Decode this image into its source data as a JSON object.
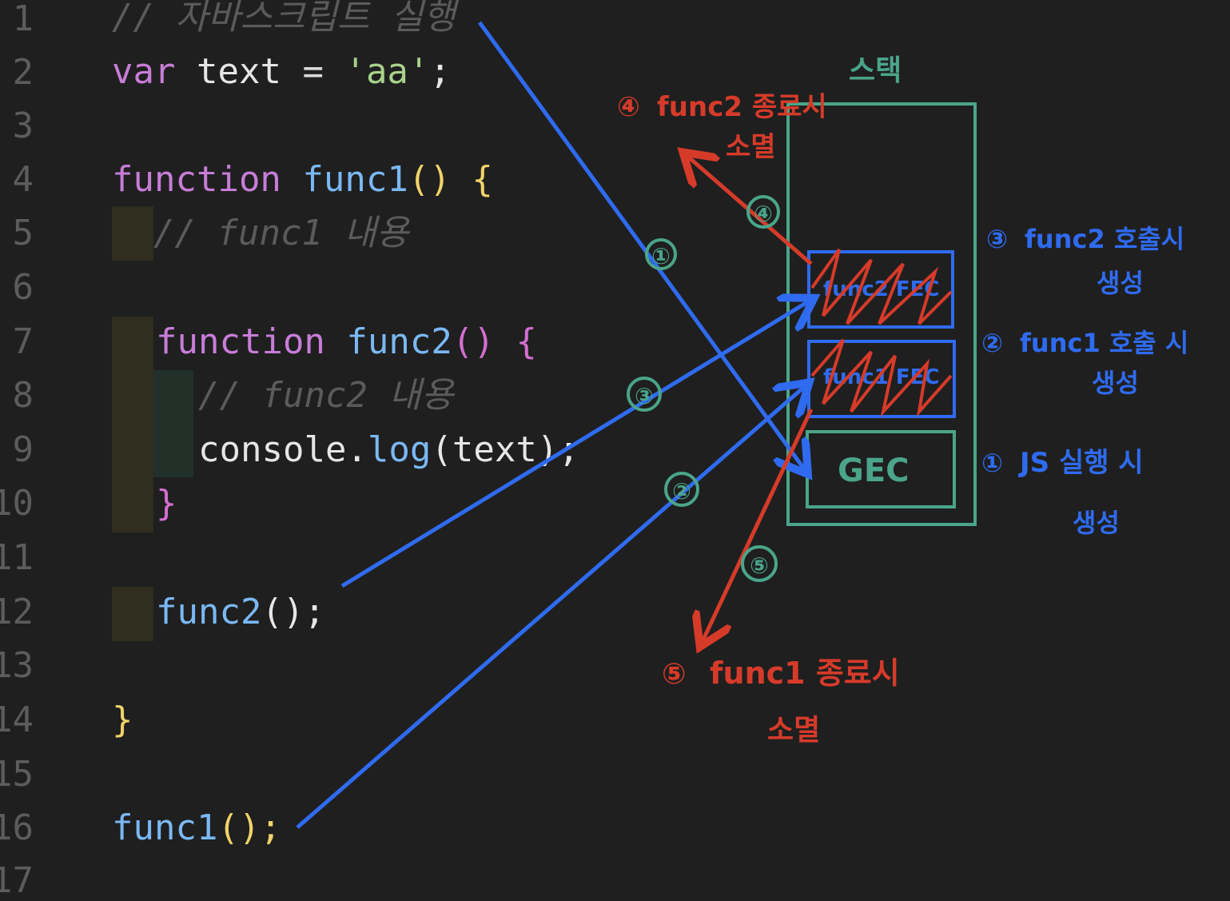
{
  "gutter": {
    "line_numbers": [
      "1",
      "2",
      "3",
      "4",
      "5",
      "6",
      "7",
      "8",
      "9",
      "10",
      "11",
      "12",
      "13",
      "14",
      "15",
      "16",
      "17"
    ]
  },
  "code": {
    "lines": [
      {
        "num": "1",
        "text": "// 자바스크립트 실행"
      },
      {
        "num": "2",
        "kw": "var",
        "name": "text",
        "op": "=",
        "str": "'aa'",
        "end": ";"
      },
      {
        "num": "3",
        "text": ""
      },
      {
        "num": "4",
        "kw": "function",
        "fn": "func1",
        "paren": "()",
        "brace": "{"
      },
      {
        "num": "5",
        "text": "// func1 내용"
      },
      {
        "num": "6",
        "text": ""
      },
      {
        "num": "7",
        "kw": "function",
        "fn": "func2",
        "paren": "()",
        "brace": "{"
      },
      {
        "num": "8",
        "text": "// func2 내용"
      },
      {
        "num": "9",
        "obj": "console",
        "dot": ".",
        "method": "log",
        "args": "(text);"
      },
      {
        "num": "10",
        "text": "}"
      },
      {
        "num": "11",
        "text": ""
      },
      {
        "num": "12",
        "fn": "func2",
        "call": "();"
      },
      {
        "num": "13",
        "text": ""
      },
      {
        "num": "14",
        "text": "}"
      },
      {
        "num": "15",
        "text": ""
      },
      {
        "num": "16",
        "fn": "func1",
        "call": "();"
      }
    ]
  },
  "diagram": {
    "stack_label": "스택",
    "frames": {
      "func2_ec": "func2 FEC",
      "func1_ec": "func1 FEC",
      "gec": "GEC"
    },
    "step_markers": [
      "①",
      "②",
      "③",
      "④",
      "⑤"
    ],
    "annotations": {
      "step1": {
        "num": "①",
        "text": "JS 실행 시",
        "text2": "생성"
      },
      "step2": {
        "num": "②",
        "text": "func1 호출 시",
        "text2": "생성"
      },
      "step3": {
        "num": "③",
        "text": "func2 호출시",
        "text2": "생성"
      },
      "step4": {
        "num": "④",
        "text": "func2 종료시",
        "text2": "소멸"
      },
      "step5": {
        "num": "⑤",
        "text": "func1 종료시",
        "text2": "소멸"
      }
    },
    "colors": {
      "blue": "#2f6bf0",
      "red": "#d63b2a",
      "green": "#4aa58a"
    }
  }
}
